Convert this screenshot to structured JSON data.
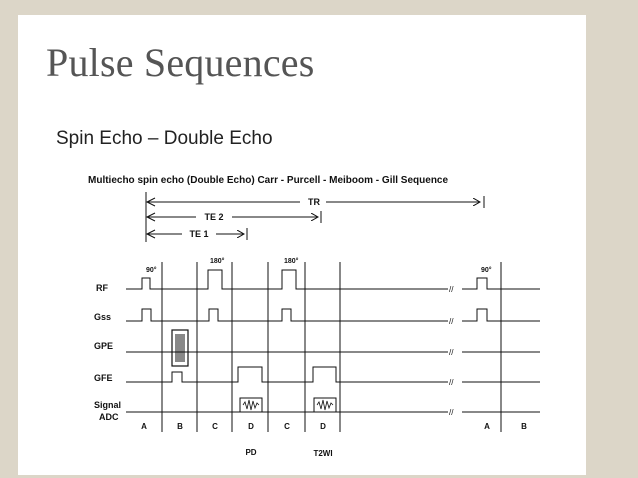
{
  "slide": {
    "title": "Pulse Sequences",
    "subtitle": "Spin Echo – Double Echo"
  },
  "diagram": {
    "caption": "Multiecho spin echo (Double Echo)  Carr - Purcell - Meiboom - Gill Sequence",
    "timing": {
      "tr": "TR",
      "te2": "TE 2",
      "te1": "TE 1"
    },
    "rows": [
      "RF",
      "Gss",
      "GPE",
      "GFE",
      "Signal",
      "ADC"
    ],
    "pulse_labels": {
      "p90": "90°",
      "p180": "180°"
    },
    "segments": [
      "A",
      "B",
      "C",
      "D",
      "C",
      "D",
      "A",
      "B"
    ],
    "echo_labels": {
      "pd": "PD",
      "t2wi": "T2WI"
    },
    "break_mark": "//"
  }
}
